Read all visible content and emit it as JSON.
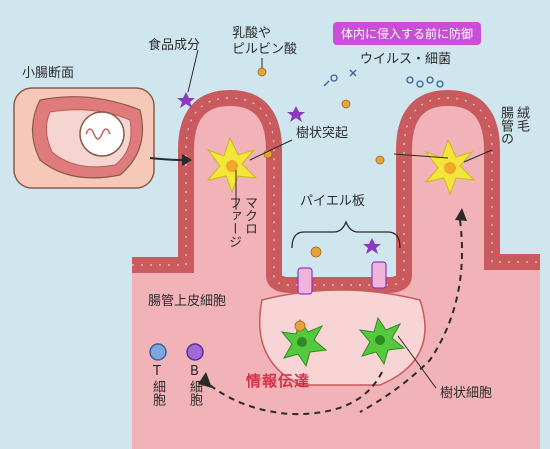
{
  "labels": {
    "banner": "体内に侵入する前に防御",
    "food": "食品成分",
    "lactic_line1": "乳酸や",
    "lactic_line2": "ピルビン酸",
    "virus": "ウイルス・細菌",
    "cross_section": "小腸断面",
    "dendrite": "樹状突起",
    "villi_line1": "腸管の",
    "villi_line2": "絨毛",
    "macro_line1": "マクロ",
    "macro_line2": "ファージ",
    "peyer": "パイエル板",
    "epithelium": "腸管上皮細胞",
    "info": "情報伝達",
    "dendritic": "樹状細胞",
    "t_line1": "T",
    "t_line2": "細胞",
    "b_line1": "B",
    "b_line2": "細胞"
  },
  "colors": {
    "sky": "#cfe6ef",
    "tissue": "#f2b3b8",
    "epithelium": "#c95a5e",
    "banner": "#c84fd6",
    "macrophage": "#f3e53a",
    "dendritic_cell": "#54c93d",
    "food_particle": "#8a3ac2",
    "lactic_particle": "#e6a23b",
    "arrow": "#d6304a"
  }
}
